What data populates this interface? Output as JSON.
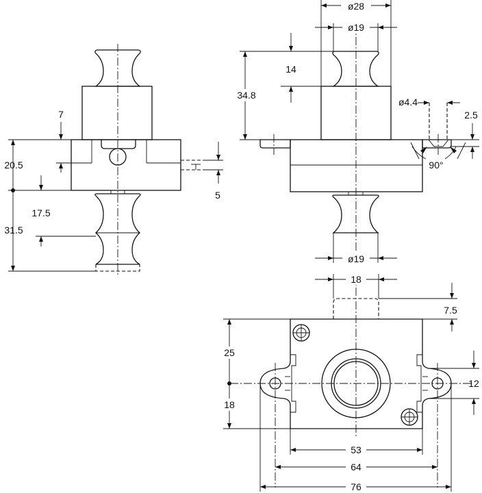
{
  "drawing": {
    "left_view": {
      "dims": {
        "h7": "7",
        "h20_5": "20.5",
        "h5": "5",
        "h17_5": "17.5",
        "h31_5": "31.5"
      }
    },
    "right_view": {
      "dims": {
        "d28": "ø28",
        "d19_top": "ø19",
        "h14": "14",
        "h34_8": "34.8",
        "d4_4": "ø4.4",
        "h2_5": "2.5",
        "angle90": "90°",
        "d19_bottom": "ø19"
      }
    },
    "bottom_view": {
      "dims": {
        "w18": "18",
        "h7_5": "7.5",
        "h25": "25",
        "h18": "18",
        "h12": "12",
        "w53": "53",
        "w64": "64",
        "w76": "76"
      }
    }
  }
}
